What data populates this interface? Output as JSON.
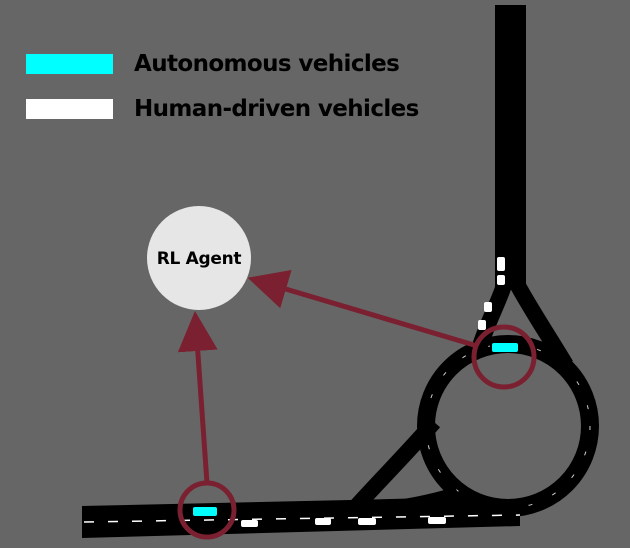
{
  "legend": [
    {
      "label": "Autonomous vehicles",
      "color": "#00ffff"
    },
    {
      "label": "Human-driven vehicles",
      "color": "#ffffff"
    }
  ],
  "agent": {
    "label": "RL Agent",
    "fill": "#e6e6e6"
  },
  "colors": {
    "background": "#666666",
    "road": "#000000",
    "lane_marking": "#ffffff",
    "arrow": "#7a2030",
    "autonomous": "#00ffff",
    "human": "#ffffff"
  }
}
